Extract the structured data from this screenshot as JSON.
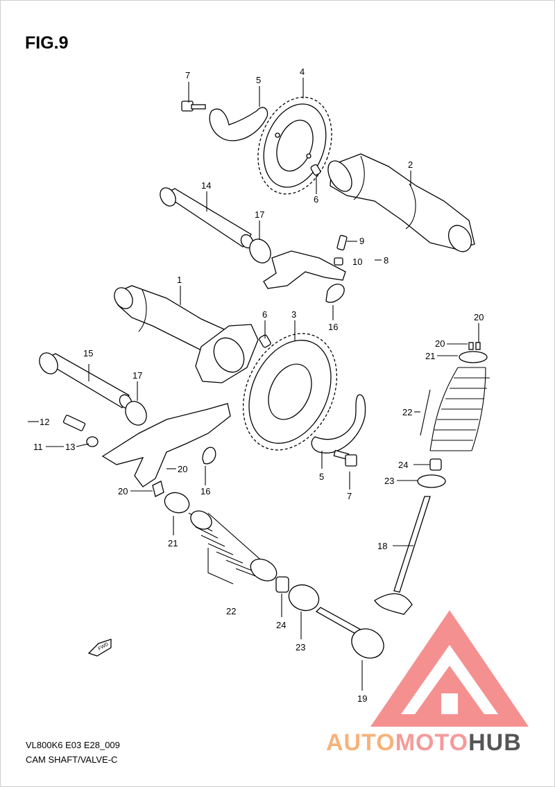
{
  "figure": {
    "title": "FIG.9",
    "code": "VL800K6 E03 E28_009",
    "caption": "CAM SHAFT/VALVE-C",
    "fwd_label": "FWD"
  },
  "watermark": {
    "parts": [
      "AUTO",
      "MOTO",
      "HUB"
    ],
    "colors": [
      "#f7b27a",
      "#f59a9a",
      "#555555"
    ],
    "logo_color": "#f26b6b"
  },
  "callouts": {
    "c1": "1",
    "c2": "2",
    "c3": "3",
    "c4": "4",
    "c5a": "5",
    "c5b": "5",
    "c6a": "6",
    "c6b": "6",
    "c7a": "7",
    "c7b": "7",
    "c8": "8",
    "c9": "9",
    "c10": "10",
    "c11": "11",
    "c12": "12",
    "c13": "13",
    "c14": "14",
    "c15": "15",
    "c16a": "16",
    "c16b": "16",
    "c17a": "17",
    "c17b": "17",
    "c18": "18",
    "c19": "19",
    "c20a": "20",
    "c20b": "20",
    "c20c": "20",
    "c20d": "20",
    "c21a": "21",
    "c21b": "21",
    "c22a": "22",
    "c22b": "22",
    "c23a": "23",
    "c23b": "23",
    "c24a": "24",
    "c24b": "24"
  }
}
